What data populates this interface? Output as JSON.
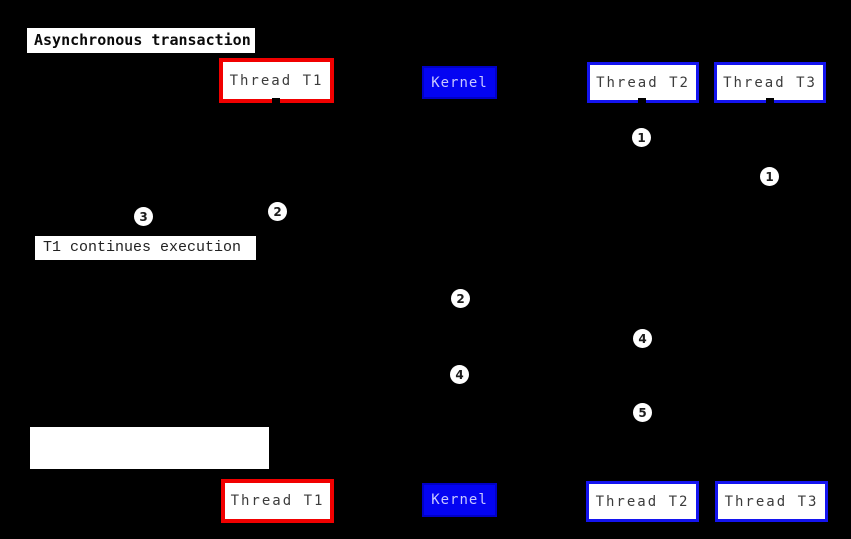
{
  "diagram": {
    "title": "Asynchronous transaction"
  },
  "participants": [
    {
      "id": "thread-t1",
      "label": "Thread T1",
      "style": "red-outline"
    },
    {
      "id": "kernel",
      "label": "Kernel",
      "style": "blue-solid"
    },
    {
      "id": "thread-t2",
      "label": "Thread T2",
      "style": "blue-outline"
    },
    {
      "id": "thread-t3",
      "label": "Thread T3",
      "style": "blue-outline"
    }
  ],
  "notes": [
    {
      "text": "T1 continues execution"
    },
    {
      "text": ""
    }
  ],
  "step_markers": [
    {
      "label": "1",
      "lifeline": "thread-t2"
    },
    {
      "label": "1",
      "lifeline": "thread-t3"
    },
    {
      "label": "2",
      "lifeline": "thread-t1"
    },
    {
      "label": "3",
      "lifeline": "left-of-thread-t1"
    },
    {
      "label": "2",
      "lifeline": "kernel"
    },
    {
      "label": "4",
      "lifeline": "thread-t2"
    },
    {
      "label": "4",
      "lifeline": "kernel"
    },
    {
      "label": "5",
      "lifeline": "thread-t2"
    }
  ],
  "colors": {
    "background": "#000000",
    "red_border": "#f10000",
    "blue_border": "#1414ef",
    "kernel_fill": "#0404f2",
    "kernel_text": "#c9c9ff",
    "box_fill": "#ffffff",
    "participant_text": "#3c3c3c",
    "note_text": "#222222"
  }
}
